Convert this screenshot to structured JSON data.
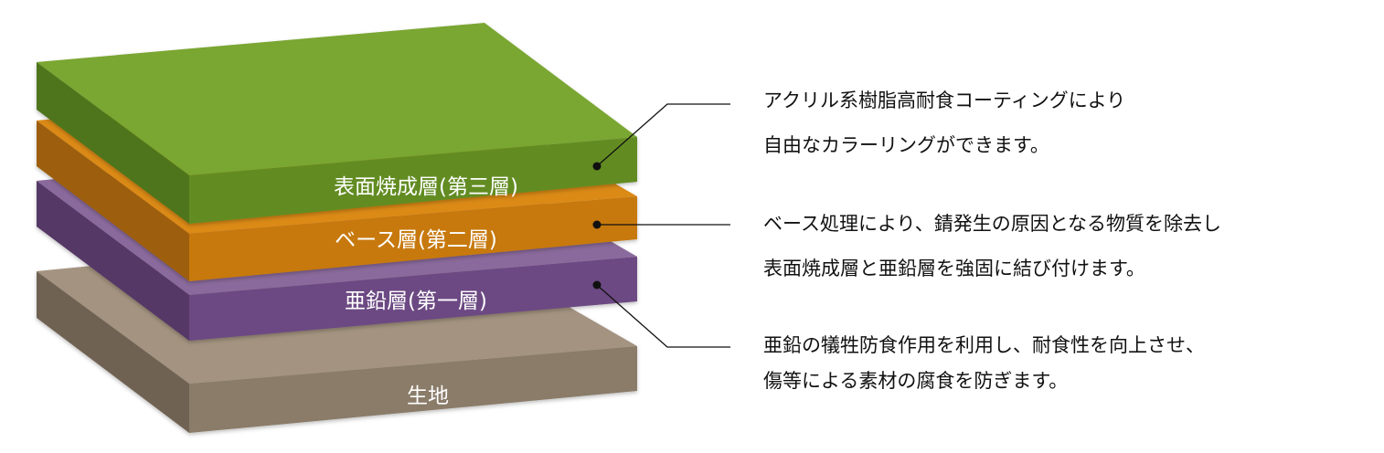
{
  "layers": [
    {
      "id": "surface",
      "label": "表面焼成層(第三層)",
      "colors": {
        "top": "#7aa630",
        "front": "#628c22",
        "side": "#4f751a"
      },
      "description": [
        "アクリル系樹脂高耐食コーティングにより",
        "自由なカラーリングができます。"
      ]
    },
    {
      "id": "base",
      "label": "ベース層(第二層)",
      "colors": {
        "top": "#db8a16",
        "front": "#c7790f",
        "side": "#9d5f08"
      },
      "description": [
        "ベース処理により、錆発生の原因となる物質を除去し",
        "表面焼成層と亜鉛層を強固に結び付けます。"
      ]
    },
    {
      "id": "zinc",
      "label": "亜鉛層(第一層)",
      "colors": {
        "top": "#8a6a9c",
        "front": "#6c4a83",
        "side": "#543766"
      },
      "description": [
        "亜鉛の犠牲防食作用を利用し、耐食性を向上させ、",
        "傷等による素材の腐食を防ぎます。"
      ]
    },
    {
      "id": "substrate",
      "label": "生地",
      "colors": {
        "top": "#a39380",
        "front": "#8a7b69",
        "side": "#6f6252"
      },
      "description": []
    }
  ]
}
